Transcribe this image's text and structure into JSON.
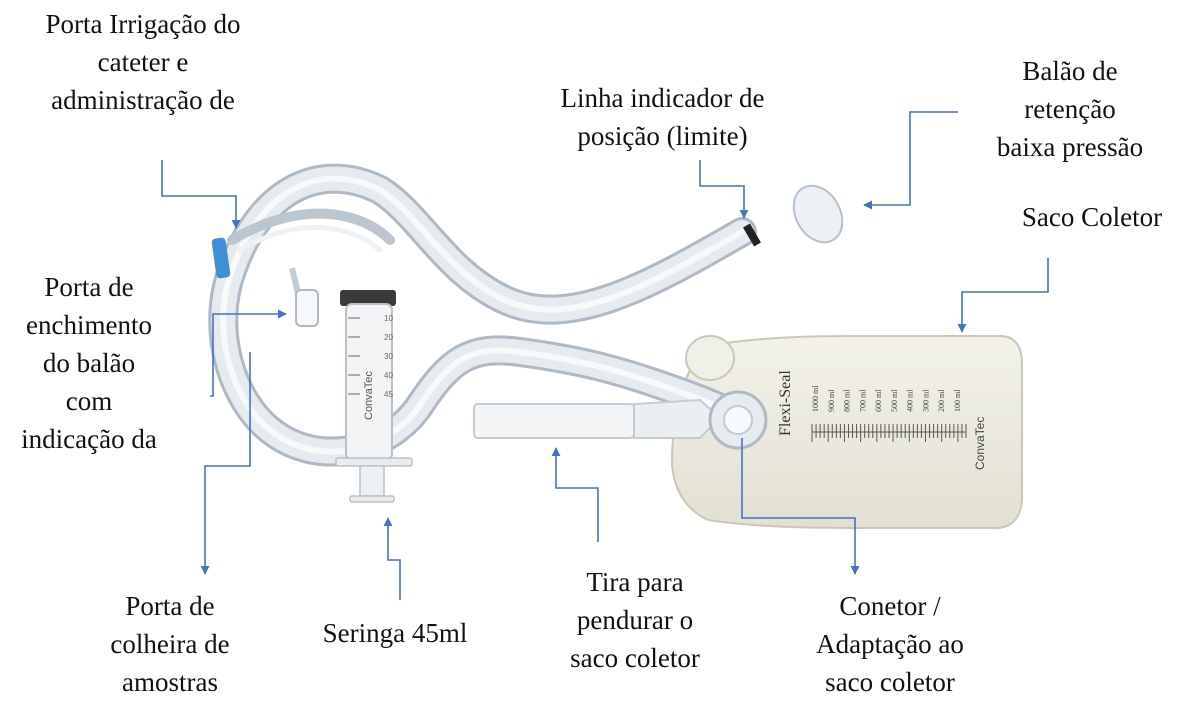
{
  "colors": {
    "pointer": "#4472c4",
    "tube": "#d8dfe6",
    "tube_edge": "#aeb9c4",
    "bag": "#ecebe0",
    "bag_edge": "#c9c7b6",
    "strap": "#f4f5f6",
    "band": "#222222",
    "cap_blue": "#3d8fd6"
  },
  "labels": {
    "irrigation_port": {
      "line1": "Porta Irrigação do",
      "line2": "cateter e",
      "line3": "administração de"
    },
    "position_line": {
      "line1": "Linha indicador de",
      "line2": "posição (limite)"
    },
    "retention_balloon": {
      "line1": "Balão de",
      "line2": "retenção",
      "line3": "baixa pressão"
    },
    "collection_bag": {
      "line1": "Saco Coletor"
    },
    "balloon_fill_port": {
      "line1": "Porta de",
      "line2": "enchimento",
      "line3": "do balão",
      "line4": "com",
      "line5": "indicação da"
    },
    "sampling_port": {
      "line1": "Porta de",
      "line2": "colheira de",
      "line3": "amostras"
    },
    "syringe": {
      "line1": "Seringa 45ml"
    },
    "hanging_strap": {
      "line1": "Tira para",
      "line2": "pendurar o",
      "line3": "saco coletor"
    },
    "connector": {
      "line1": "Conetor /",
      "line2": "Adaptação ao",
      "line3": "saco coletor"
    }
  },
  "product_print": {
    "bag_brand": "Flexi-Seal",
    "bag_maker": "ConvaTec",
    "bag_scale": [
      "1000 ml",
      "900 ml",
      "800 ml",
      "700 ml",
      "600 ml",
      "500 ml",
      "400 ml",
      "300 ml",
      "200 ml",
      "100 ml"
    ],
    "syringe_scale": [
      "10",
      "20",
      "30",
      "40",
      "45"
    ],
    "syringe_maker": "ConvaTec"
  },
  "icons": [
    "arrow-head-icon"
  ]
}
